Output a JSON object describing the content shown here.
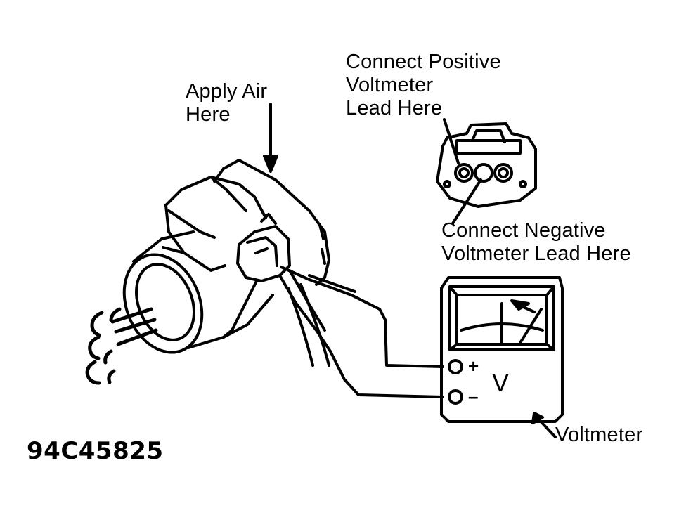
{
  "labels": {
    "apply_air": [
      "Apply Air",
      "Here"
    ],
    "positive": [
      "Connect Positive",
      "Voltmeter",
      "Lead Here"
    ],
    "negative": [
      "Connect Negative",
      "Voltmeter Lead Here"
    ],
    "voltmeter": "Voltmeter"
  },
  "meter": {
    "plus": "+",
    "minus": "–",
    "unit": "V"
  },
  "figure_id": "94C45825",
  "colors": {
    "ink": "#000000",
    "paper": "#ffffff"
  }
}
